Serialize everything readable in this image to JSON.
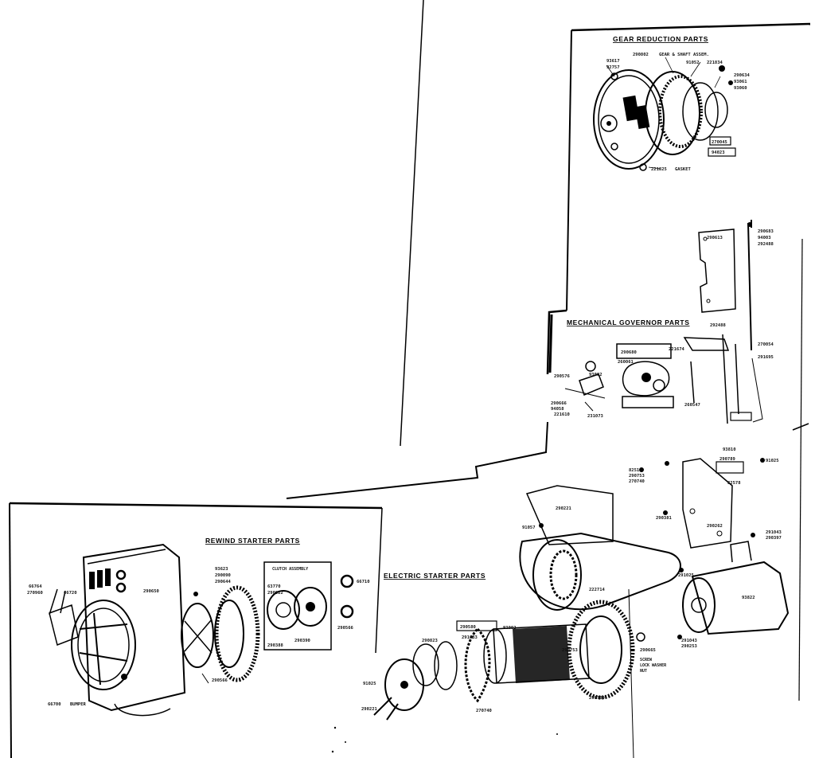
{
  "sections": {
    "gear_reduction": "GEAR REDUCTION PARTS",
    "mechanical_governor": "MECHANICAL GOVERNOR PARTS",
    "rewind_starter": "REWIND STARTER PARTS",
    "electric_starter": "ELECTRIC STARTER PARTS",
    "clutch_assembly": "CLUTCH ASSEMBLY"
  },
  "labels": {
    "gear_shaft": "GEAR & SHAFT ASSEM.",
    "gasket": "GASKET",
    "bumper": "BUMPER",
    "screw_note": "SCREW",
    "lock_washer_note": "LOCK WASHER",
    "nut_note": "NUT"
  },
  "part_numbers": {
    "gr_a": "93617",
    "gr_b": "92757",
    "gr_c": "290802",
    "gr_d": "91052",
    "gr_e": "221834",
    "gr_f": "290634",
    "gr_g": "93061",
    "gr_h": "93060",
    "gr_i": "270045",
    "gr_j": "94023",
    "gr_k": "221825",
    "mg_a": "290683",
    "mg_b": "94003",
    "mg_c": "292488",
    "mg_d": "290613",
    "mg_e": "290680",
    "mg_f": "260061",
    "mg_g": "221674",
    "mg_h": "93002",
    "mg_i": "290576",
    "mg_j": "290666",
    "mg_k": "94058",
    "mg_l": "221610",
    "mg_m": "231073",
    "mg_n": "260547",
    "mg_o": "270054",
    "mg_p": "291695",
    "es_a": "82510",
    "es_b": "290753",
    "es_c": "270740",
    "es_d": "93810",
    "es_e": "290789",
    "es_f": "82578",
    "es_g": "91025",
    "es_h": "290221",
    "es_i": "290381",
    "es_j": "91057",
    "es_k": "222714",
    "es_l": "290262",
    "es_m": "291043",
    "es_n": "290397",
    "es_o": "291025",
    "es_p": "93822",
    "es_q": "291043",
    "es_r": "290253",
    "es_s": "290665",
    "es_t": "290580",
    "es_u": "93002",
    "es_v": "291033",
    "es_w": "290823",
    "rs_a": "66764",
    "rs_b": "270960",
    "rs_c": "66720",
    "rs_d": "290650",
    "rs_e": "93623",
    "rs_f": "290090",
    "rs_g": "290644",
    "rs_h": "63770",
    "rs_i": "290022",
    "rs_j": "66710",
    "rs_k": "290566",
    "rs_l": "290390",
    "rs_m": "290388",
    "rs_n": "66700"
  }
}
